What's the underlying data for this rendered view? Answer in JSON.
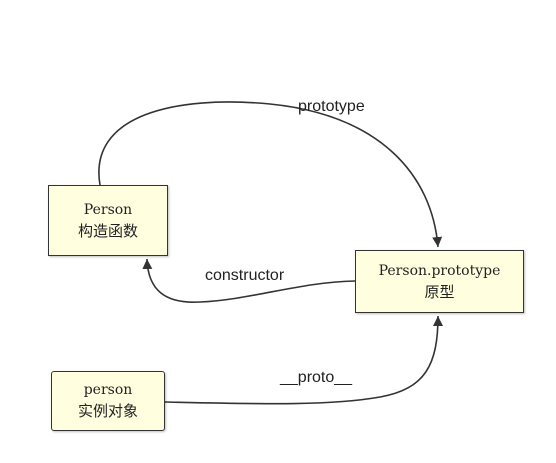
{
  "nodes": {
    "constructor": {
      "line1": "Person",
      "line2": "构造函数"
    },
    "prototype": {
      "line1": "Person.prototype",
      "line2": "原型"
    },
    "instance": {
      "line1": "person",
      "line2": "实例对象"
    }
  },
  "edges": {
    "prototype": "prototype",
    "constructor": "constructor",
    "proto": "__proto__"
  },
  "colors": {
    "node_fill": "#ffffe0",
    "stroke": "#333333"
  }
}
